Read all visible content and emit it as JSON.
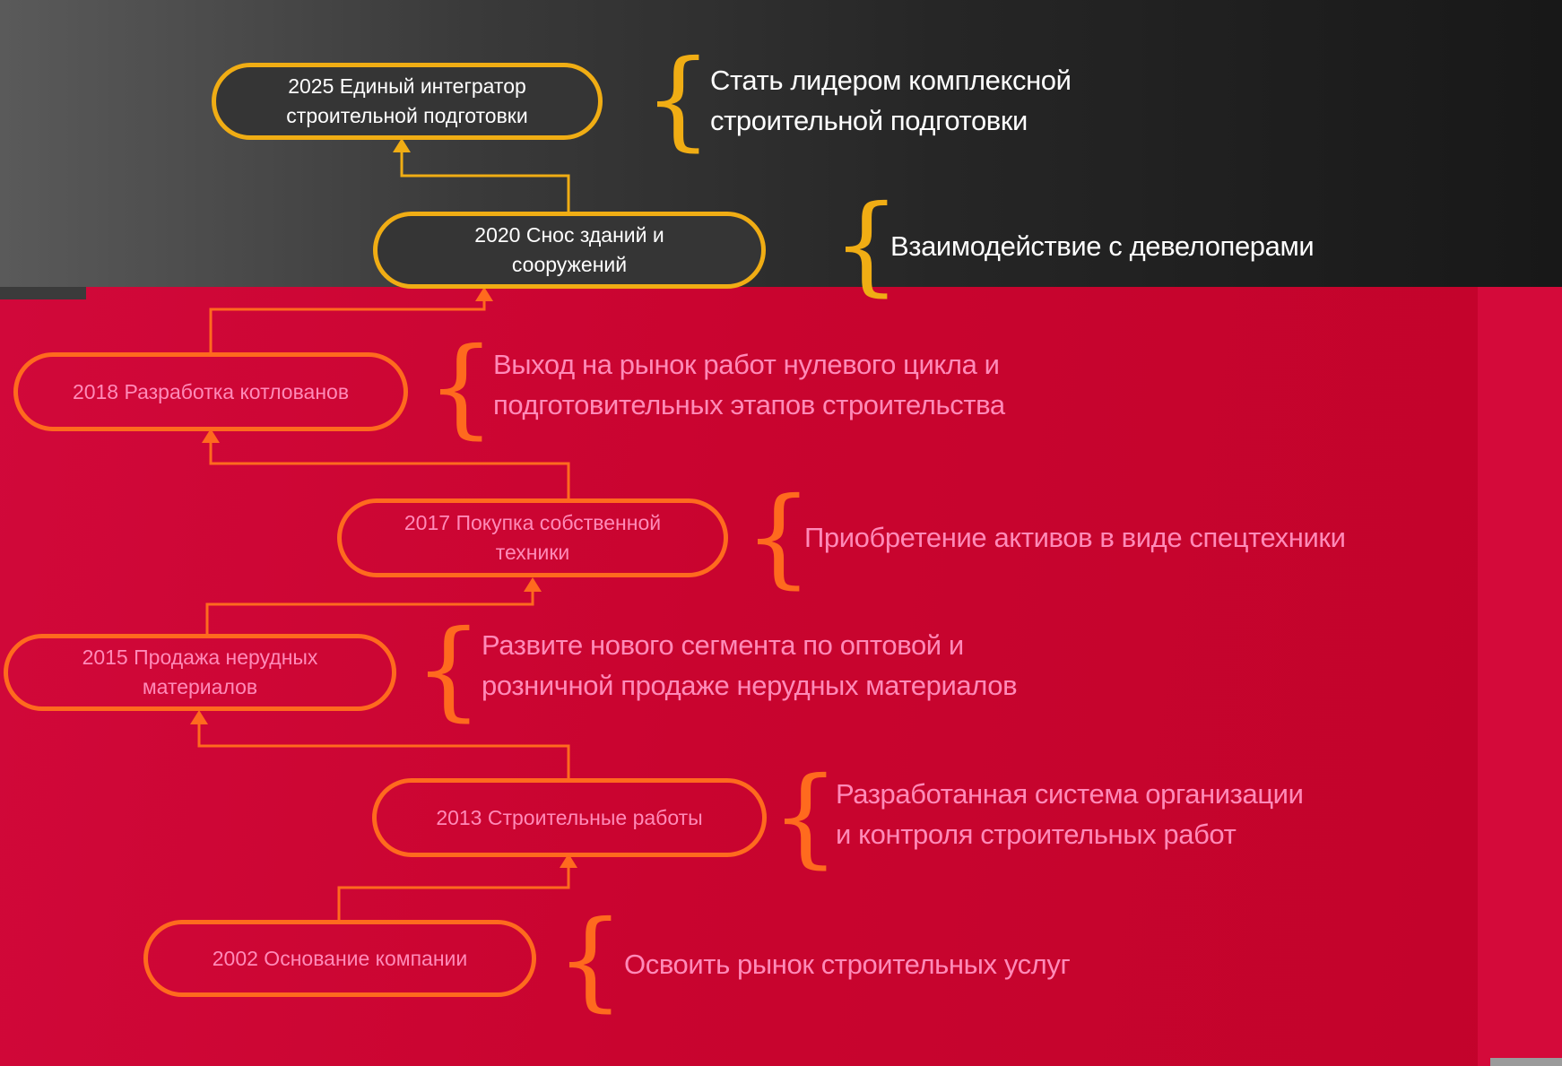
{
  "milestones": [
    {
      "label_line1": "2025 Единый интегратор",
      "label_line2": "строительной подготовки",
      "desc_line1": "Стать лидером комплексной",
      "desc_line2": "строительной подготовки"
    },
    {
      "label_line1": "2020 Снос зданий и",
      "label_line2": "сооружений",
      "desc_line1": "Взаимодействие с девелоперами",
      "desc_line2": ""
    },
    {
      "label_line1": "2018 Разработка котлованов",
      "label_line2": "",
      "desc_line1": "Выход на рынок работ нулевого цикла и",
      "desc_line2": "подготовительных этапов строительства"
    },
    {
      "label_line1": "2017 Покупка собственной",
      "label_line2": "техники",
      "desc_line1": "Приобретение активов в виде спецтехники",
      "desc_line2": ""
    },
    {
      "label_line1": "2015 Продажа нерудных материалов",
      "label_line2": "",
      "desc_line1": "Развите нового сегмента по оптовой и",
      "desc_line2": "розничной продаже нерудных материалов"
    },
    {
      "label_line1": "2013 Строительные работы",
      "label_line2": "",
      "desc_line1": "Разработанная система организации",
      "desc_line2": "и контроля строительных работ"
    },
    {
      "label_line1": "2002 Основание компании",
      "label_line2": "",
      "desc_line1": "Освоить рынок  строительных услуг",
      "desc_line2": ""
    }
  ],
  "colors": {
    "gold": "#f0ad14",
    "orange": "#ff6a1e",
    "pink_text": "#ff8ab8",
    "dark_bg": "#2a2a2a",
    "red_bg": "#c9042f"
  }
}
